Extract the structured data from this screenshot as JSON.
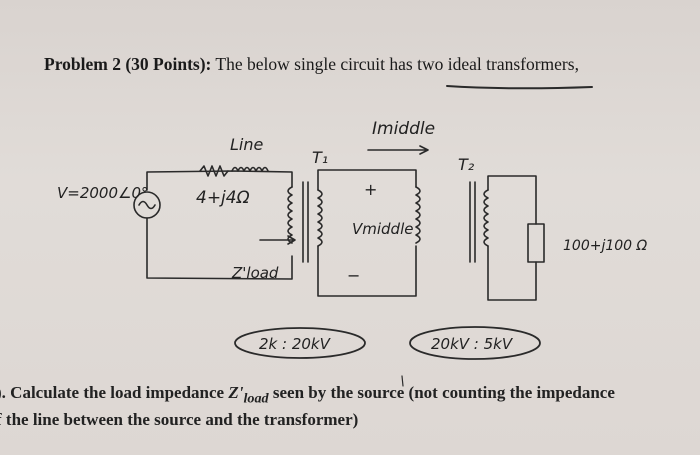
{
  "problem": {
    "title": "Problem 2 (30 Points):",
    "text_before": " The below single circuit has ",
    "underlined": "two ideal transformers",
    "text_after": ","
  },
  "circuit": {
    "line_label": "Line",
    "line_impedance": "4+j4Ω",
    "source_voltage": "V=2000∠0°",
    "zload_label": "Z'load",
    "t1_label": "T₁",
    "t2_label": "T₂",
    "imiddle_label": "Imiddle",
    "vmiddle_label": "Vmiddle",
    "plus_sign": "+",
    "minus_sign": "−",
    "load_impedance": "100+j100 Ω",
    "t1_ratio": "2k : 20kV",
    "t2_ratio": "20kV : 5kV"
  },
  "question": {
    "prefix": "). Calculate the load impedance ",
    "symbol": "Z'",
    "subscript": "load",
    "suffix": " seen by the source (not counting the impedance",
    "line2": "f the line between the source and the transformer)"
  }
}
